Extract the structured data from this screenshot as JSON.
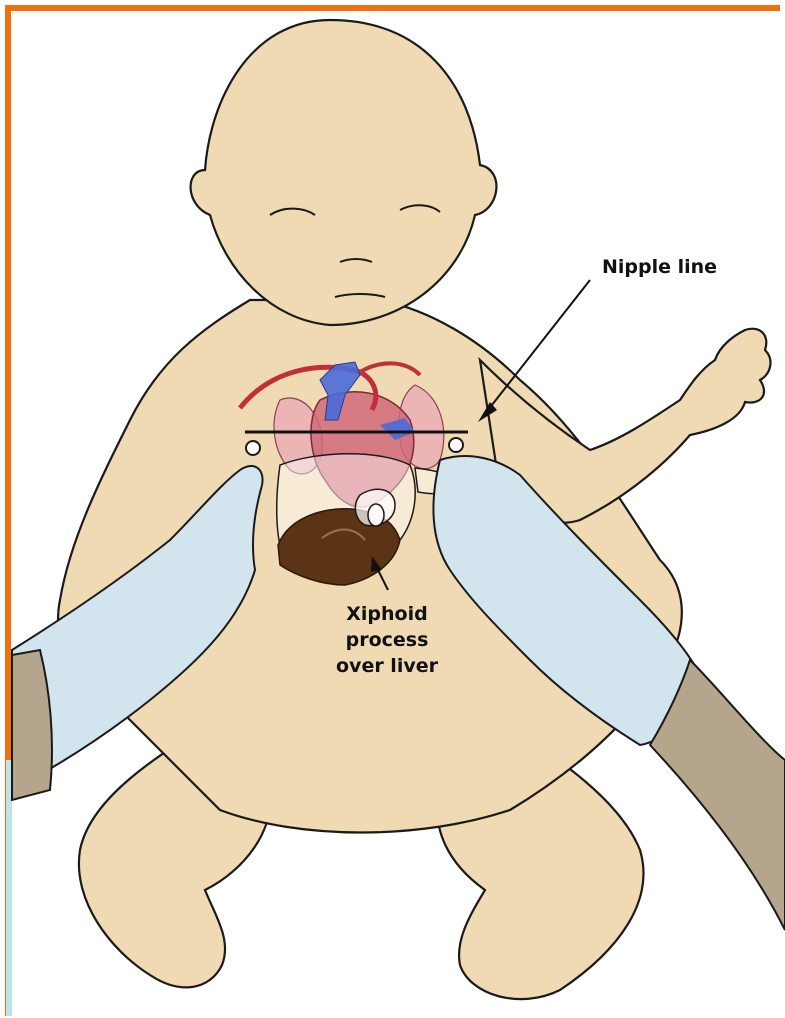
{
  "labels": {
    "nipple_line": "Nipple line",
    "xiphoid_line1": "Xiphoid",
    "xiphoid_line2": "process",
    "xiphoid_line3": "over liver"
  },
  "colors": {
    "frame_border": "#f07010",
    "skin": "#f0dab4",
    "outline": "#1a1a1a",
    "glove": "#d2e4ee",
    "sleeve": "#b5a58c",
    "lung": "#e8a8b4",
    "heart": "#d06a78",
    "aorta": "#c0303a",
    "vein": "#4a6ad8",
    "liver": "#5a3414"
  }
}
